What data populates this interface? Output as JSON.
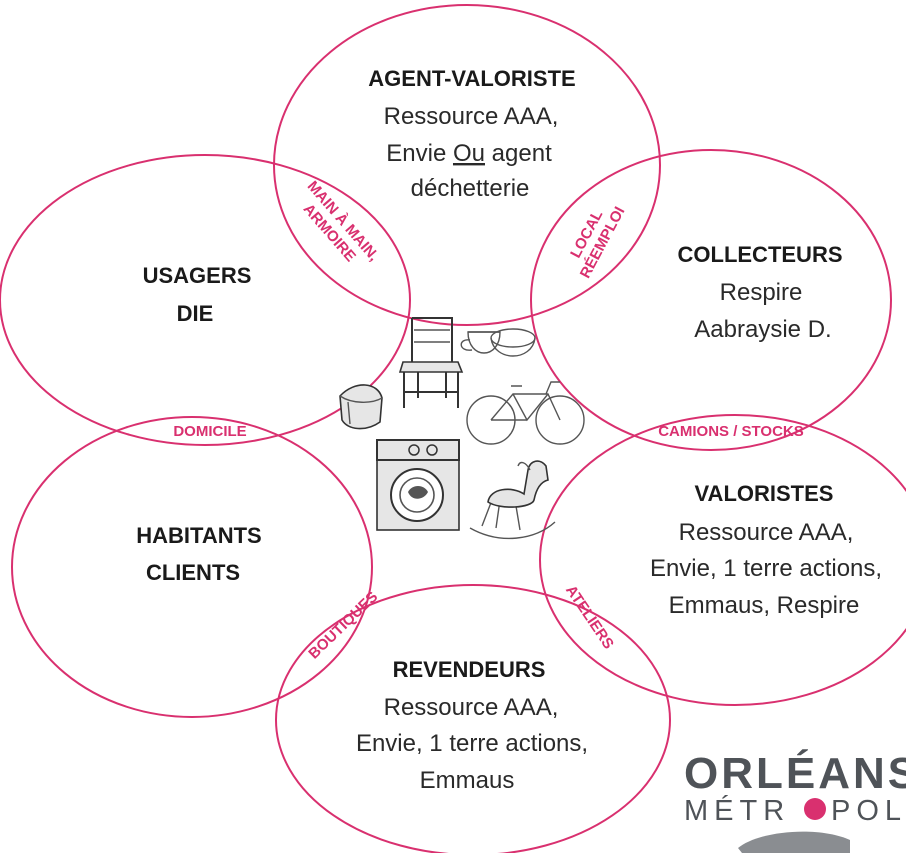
{
  "actors": {
    "agent_valoriste": {
      "title": "AGENT-VALORISTE",
      "lines": [
        "Ressource AAA,",
        "Envie",
        "Ou",
        "agent",
        "déchetterie"
      ]
    },
    "collecteurs": {
      "title": "COLLECTEURS",
      "lines": [
        "Respire",
        "Aabraysie D."
      ]
    },
    "usagers": {
      "title_lines": [
        "USAGERS",
        "DIE"
      ]
    },
    "habitants": {
      "title_lines": [
        "HABITANTS",
        "CLIENTS"
      ]
    },
    "valoristes": {
      "title": "VALORISTES",
      "lines": [
        "Ressource AAA,",
        "Envie, 1 terre actions,",
        "Emmaus, Respire"
      ]
    },
    "revendeurs": {
      "title": "REVENDEURS",
      "lines": [
        "Ressource AAA,",
        "Envie, 1 terre actions,",
        "Emmaus"
      ]
    }
  },
  "links": {
    "main_a_main": [
      "MAIN À MAIN,",
      "ARMOIRE"
    ],
    "local_reemploi": [
      "LOCAL",
      "RÉEMPLOI"
    ],
    "domicile": "DOMICILE",
    "camions_stocks": "CAMIONS / STOCKS",
    "boutiques": "BOUTIQUES",
    "ateliers": "ATELIERS"
  },
  "objects": [
    "chair-icon",
    "cups-icon",
    "bicycle-icon",
    "washing-machine-icon",
    "rocking-horse-icon",
    "box-icon"
  ],
  "logo": {
    "name": "ORLÉANS",
    "sub_left": "MÉTR",
    "sub_right": "POLE"
  },
  "colors": {
    "accent": "#d9306f",
    "text": "#1a1a1a",
    "logo": "#4f5358",
    "logo_dot": "#d9306f"
  }
}
